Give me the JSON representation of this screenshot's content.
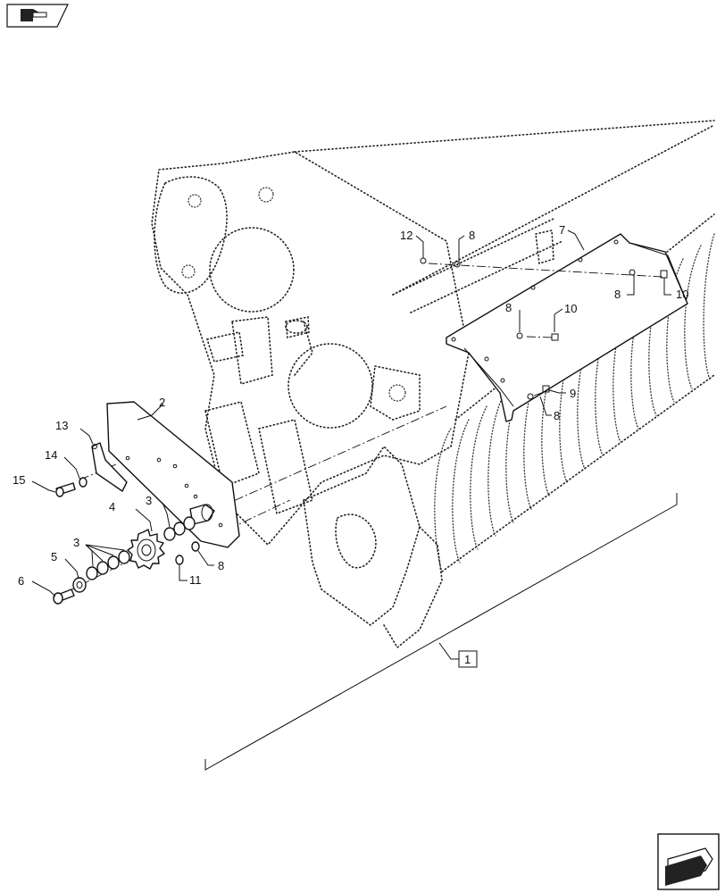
{
  "callouts": {
    "c1": "1",
    "c2": "2",
    "c3a": "3",
    "c3b": "3",
    "c4": "4",
    "c5": "5",
    "c6": "6",
    "c7": "7",
    "c8a": "8",
    "c8b": "8",
    "c8c": "8",
    "c8d": "8",
    "c8e": "8",
    "c9": "9",
    "c10a": "10",
    "c10b": "10",
    "c11": "11",
    "c12": "12",
    "c13": "13",
    "c14": "14",
    "c15": "15"
  },
  "icons": {
    "top_left": "parts-catalog-hand-icon",
    "bottom_right": "previous-page-arrow-icon"
  }
}
